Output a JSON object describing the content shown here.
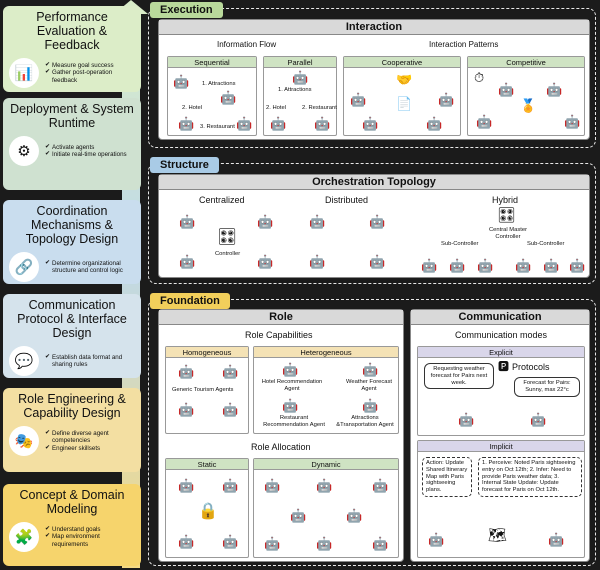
{
  "stages": [
    {
      "title": "Performance Evaluation & Feedback",
      "bullets": [
        "Measure goal success",
        "Gather post-operation feedback"
      ],
      "icon": "chart-icon",
      "color": "#dcedc8"
    },
    {
      "title": "Deployment & System Runtime",
      "bullets": [
        "Activate agents",
        "Initiate real-time operations"
      ],
      "icon": "gear-icon",
      "color": "#cfe1d0"
    },
    {
      "title": "Coordination Mechanisms & Topology Design",
      "bullets": [
        "Determine organizational structure and control logic"
      ],
      "icon": "network-icon",
      "color": "#c9ddee"
    },
    {
      "title": "Communication Protocol & Interface Design",
      "bullets": [
        "Establish data format and sharing rules"
      ],
      "icon": "chat-icon",
      "color": "#d5e3ec"
    },
    {
      "title": "Role Engineering & Capability Design",
      "bullets": [
        "Define diverse agent competencies",
        "Engineer skillsets"
      ],
      "icon": "role-icon",
      "color": "#f3dfa2"
    },
    {
      "title": "Concept & Domain Modeling",
      "bullets": [
        "Understand goals",
        "Map environment requirements"
      ],
      "icon": "blocks-icon",
      "color": "#f6d46c"
    }
  ],
  "execution": {
    "tag": "Execution",
    "title": "Interaction",
    "info_flow": "Information Flow",
    "patterns": "Interaction Patterns",
    "sequential": "Sequential",
    "parallel": "Parallel",
    "cooperative": "Cooperative",
    "competitive": "Competitive",
    "seq_items": [
      "1. Attractions",
      "2. Hotel",
      "3. Restaurant"
    ],
    "par_items": [
      "1. Attractions",
      "2. Hotel",
      "2. Restaurant"
    ]
  },
  "structure": {
    "tag": "Structure",
    "title": "Orchestration Topology",
    "centralized": "Centralized",
    "distributed": "Distributed",
    "hybrid": "Hybrid",
    "controller": "Controller",
    "central_master": "Central Master Controller",
    "sub_controller": "Sub-Controller"
  },
  "foundation": {
    "tag": "Foundation",
    "role_title": "Role",
    "role_caps": "Role Capabilities",
    "homogeneous": "Homogeneous",
    "heterogeneous": "Heterogeneous",
    "generic_agents": "Generic Tourism Agents",
    "hotel_agent": "Hotel Recommendation Agent",
    "weather_agent": "Weather Forecast Agent",
    "restaurant_agent": "Restaurant Recommendation Agent",
    "attractions_agent": "Attractions &Transportation Agent",
    "role_alloc": "Role Allocation",
    "static": "Static",
    "dynamic": "Dynamic",
    "comm_title": "Communication",
    "comm_modes": "Communication modes",
    "explicit": "Explicit",
    "protocols": "Protocols",
    "request_msg": "Requesting weather forecast for Pairs next week.",
    "forecast_msg": "Forecast for Pairs: Sunny, max 22°c",
    "implicit": "Implicit",
    "action_msg": "Action: Update Shared Itinerary Map with Paris sightseeing plans.",
    "perceive_msg": "1. Perceive: Noted Paris sightseeing entry on Oct 12th; 2. Infer: Need to provide Paris weather data; 3. Internal State Update: Update forecast for Paris on Oct 12th."
  }
}
